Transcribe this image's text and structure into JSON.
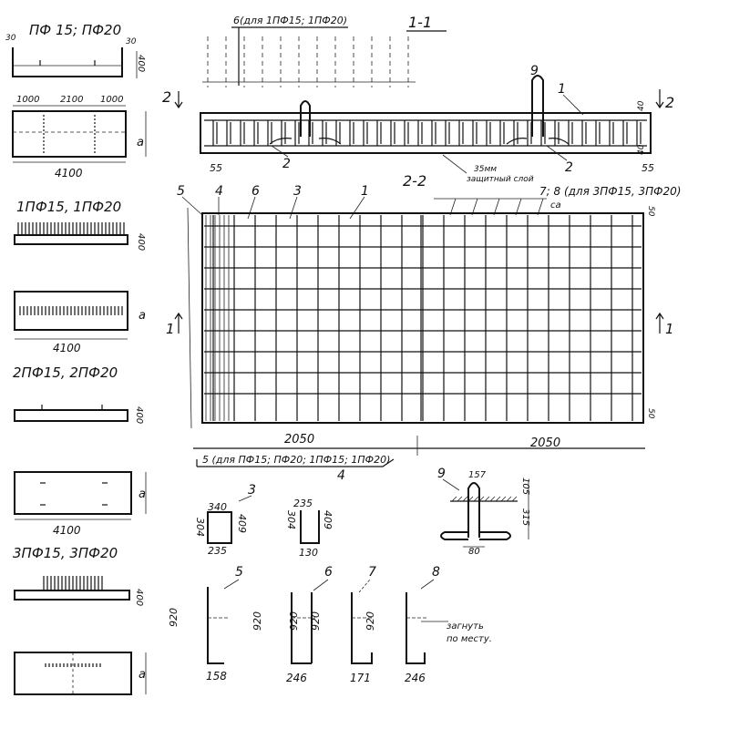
{
  "side_views": {
    "pf": {
      "title": "ПФ 15;  ПФ20",
      "dim_left": "30",
      "dim_right": "30",
      "dim_height": "400",
      "plan_dims": [
        "1000",
        "2100",
        "1000"
      ],
      "plan_side": "a",
      "length": "4100"
    },
    "pf1": {
      "title": "1ПФ15,  1ПФ20",
      "dim_height": "400",
      "plan_side": "a",
      "length": "4100"
    },
    "pf2": {
      "title": "2ПФ15,  2ПФ20",
      "dim_height": "400",
      "plan_side": "a",
      "length": "4100"
    },
    "pf3": {
      "title": "3ПФ15, 3ПФ20",
      "dim_height": "400",
      "plan_side": "a"
    }
  },
  "section_1_1": {
    "title": "1-1",
    "note": "6(для 1ПФ15; 1ПФ20)",
    "marks": [
      "9",
      "1",
      "2",
      "2"
    ],
    "right_dims": [
      "40",
      "40"
    ],
    "left_edge": "55",
    "right_edge": "55",
    "cover_note_line1": "35мм",
    "cover_note_line2": "защитный слой",
    "section_arrow": "2",
    "section_arrow_right": "2"
  },
  "plan": {
    "title": "2-2",
    "marks_top": [
      "5",
      "4",
      "6",
      "3",
      "1"
    ],
    "note_right": "7; 8 (для 3ПФ15,  3ПФ20)",
    "mark_ca": "са",
    "dim_top_right": "50",
    "dim_bottom_right": "50",
    "section_left": "1",
    "section_right": "1",
    "span_left": "2050",
    "span_right": "2050",
    "bottom_note": "5 (для ПФ15; ПФ20;  1ПФ15; 1ПФ20)",
    "bottom_mark": "4"
  },
  "details": {
    "d3": {
      "mark": "3",
      "top": "340",
      "left": "304",
      "right": "409",
      "bottom": "235"
    },
    "d3b": {
      "top": "235",
      "left": "304",
      "right": "409",
      "bottom": "130"
    },
    "d9": {
      "mark": "9",
      "top": "157",
      "right_top": "105",
      "right_bottom": "315",
      "bottom": "80"
    },
    "bars": [
      {
        "mark": "5",
        "height": "920",
        "foot": "158"
      },
      {
        "mark": "6",
        "height": "920",
        "height2": "920",
        "foot": "246"
      },
      {
        "mark": "7",
        "height": "920",
        "foot": "171"
      },
      {
        "mark": "8",
        "height": "920",
        "foot": "246",
        "note_line1": "загнуть",
        "note_line2": "по месту."
      }
    ]
  }
}
